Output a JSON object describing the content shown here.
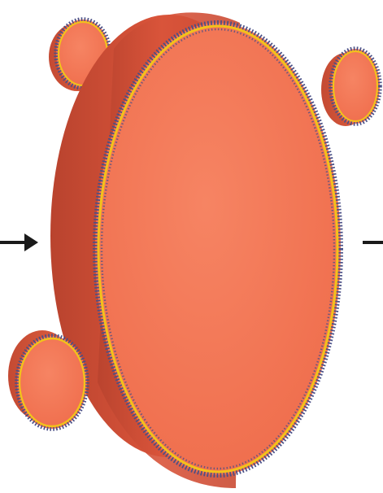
{
  "diagram": {
    "colors": {
      "background": "#ffffff",
      "cell_face": "#f0714f",
      "cell_face_light": "#f68463",
      "cell_side": "#d9543a",
      "cell_side_dark": "#b9432e",
      "membrane_gold": "#f2c21b",
      "membrane_dots": "#4a4f86",
      "arrow": "#1a1a1a"
    },
    "elements": {
      "large_disc": "large-disc",
      "small_discs": [
        "small-disc-top-left",
        "small-disc-top-right",
        "small-disc-bottom-left"
      ],
      "arrows": [
        "arrow-left",
        "arrow-right"
      ]
    }
  }
}
